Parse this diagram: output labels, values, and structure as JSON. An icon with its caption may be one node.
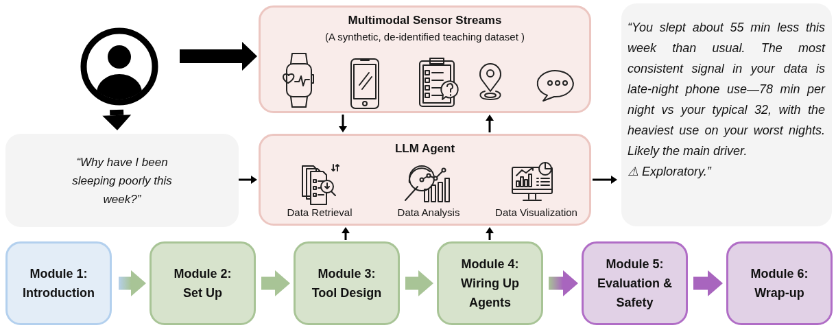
{
  "diagram": {
    "nodes": [
      {
        "text": [],
        "shape": "person"
      },
      {
        "text": [
          "Multimodal Sensor Streams",
          "(A synthetic, de-identified teaching dataset )"
        ]
      },
      {
        "text": [
          "“Why have I been sleeping poorly this week?”"
        ]
      },
      {
        "text": [
          "LLM Agent"
        ]
      },
      {
        "text": [
          "“You slept about 55 min less this week than usual. The most consistent signal in your data is late-night phone use—78 min per night vs your typical 32, with the heaviest use on your worst nights. Likely the main driver.",
          "⚠ Exploratory.”"
        ]
      },
      {
        "text": [
          "Module 1:",
          "Introduction"
        ]
      },
      {
        "text": [
          "Module 2:",
          "Set Up"
        ]
      },
      {
        "text": [
          "Module 3:",
          "Tool Design"
        ]
      },
      {
        "text": [
          "Module 4:",
          "Wiring Up Agents"
        ]
      },
      {
        "text": [
          "Module 5:",
          "Evaluation & Safety"
        ]
      },
      {
        "text": [
          "Module 6:",
          "Wrap-up"
        ]
      }
    ],
    "edges": [
      {
        "from": 0,
        "to": 1,
        "arrow": "to",
        "style": "thick"
      },
      {
        "from": 0,
        "to": 2,
        "arrow": "to",
        "style": "thick"
      },
      {
        "from": 2,
        "to": 3,
        "arrow": "to"
      },
      {
        "from": 1,
        "to": 3,
        "arrow": "to"
      },
      {
        "from": 3,
        "to": 1,
        "arrow": "to"
      },
      {
        "from": 3,
        "to": 4,
        "arrow": "to"
      },
      {
        "from": 7,
        "to": 3,
        "arrow": "to"
      },
      {
        "from": 8,
        "to": 3,
        "arrow": "to"
      },
      {
        "from": 5,
        "to": 6,
        "arrow": "to",
        "style": "thick",
        "color": "#a8c496"
      },
      {
        "from": 6,
        "to": 7,
        "arrow": "to",
        "style": "thick",
        "color": "#a8c496"
      },
      {
        "from": 7,
        "to": 8,
        "arrow": "to",
        "style": "thick",
        "color": "#a8c496"
      },
      {
        "from": 8,
        "to": 9,
        "arrow": "to",
        "style": "thick",
        "color": "#a865be"
      },
      {
        "from": 9,
        "to": 10,
        "arrow": "to",
        "style": "thick",
        "color": "#a865be"
      }
    ],
    "labels": [
      "Data Retrieval",
      "Data Analysis",
      "Data Visualization"
    ]
  }
}
